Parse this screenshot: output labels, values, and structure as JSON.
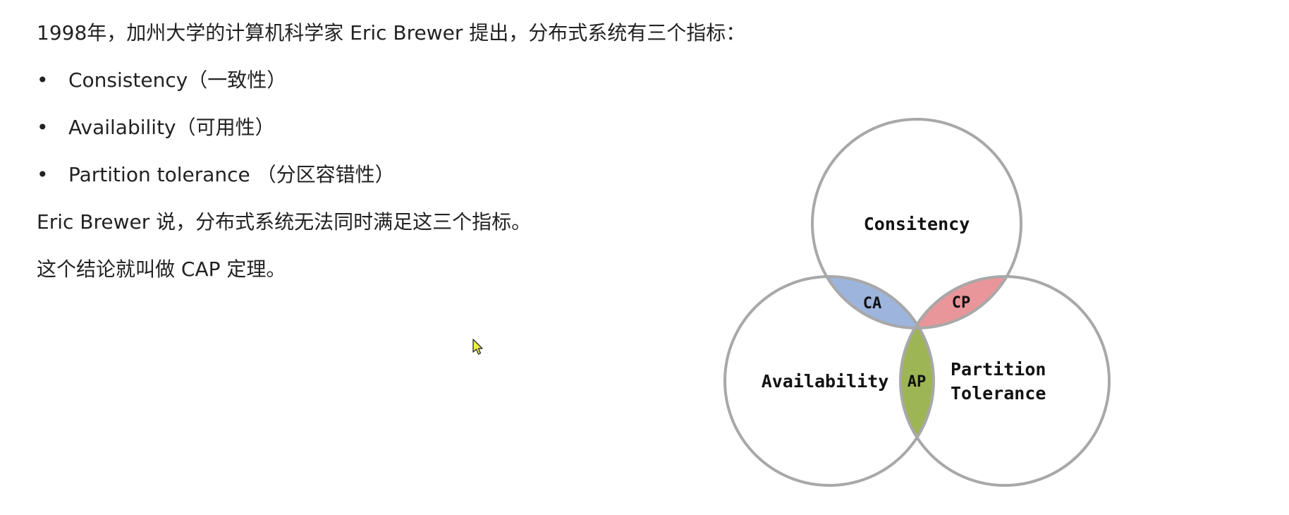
{
  "intro": "1998年，加州大学的计算机科学家 Eric Brewer 提出，分布式系统有三个指标：",
  "bullets": [
    {
      "marker": "•",
      "text": "Consistency（一致性）"
    },
    {
      "marker": "•",
      "text": "Availability（可用性）"
    },
    {
      "marker": "•",
      "text": "Partition tolerance （分区容错性）"
    }
  ],
  "statement": "Eric Brewer 说，分布式系统无法同时满足这三个指标。",
  "conclusion": "这个结论就叫做 CAP 定理。",
  "venn": {
    "circles": {
      "consistency": "Consitency",
      "availability": "Availability",
      "partition_line1": "Partition",
      "partition_line2": "Tolerance"
    },
    "overlaps": {
      "ca": "CA",
      "cp": "CP",
      "ap": "AP"
    },
    "colors": {
      "ca": "#9db4dc",
      "cp": "#e8969a",
      "ap": "#9db554",
      "circle_stroke": "#a8a8a8"
    }
  }
}
